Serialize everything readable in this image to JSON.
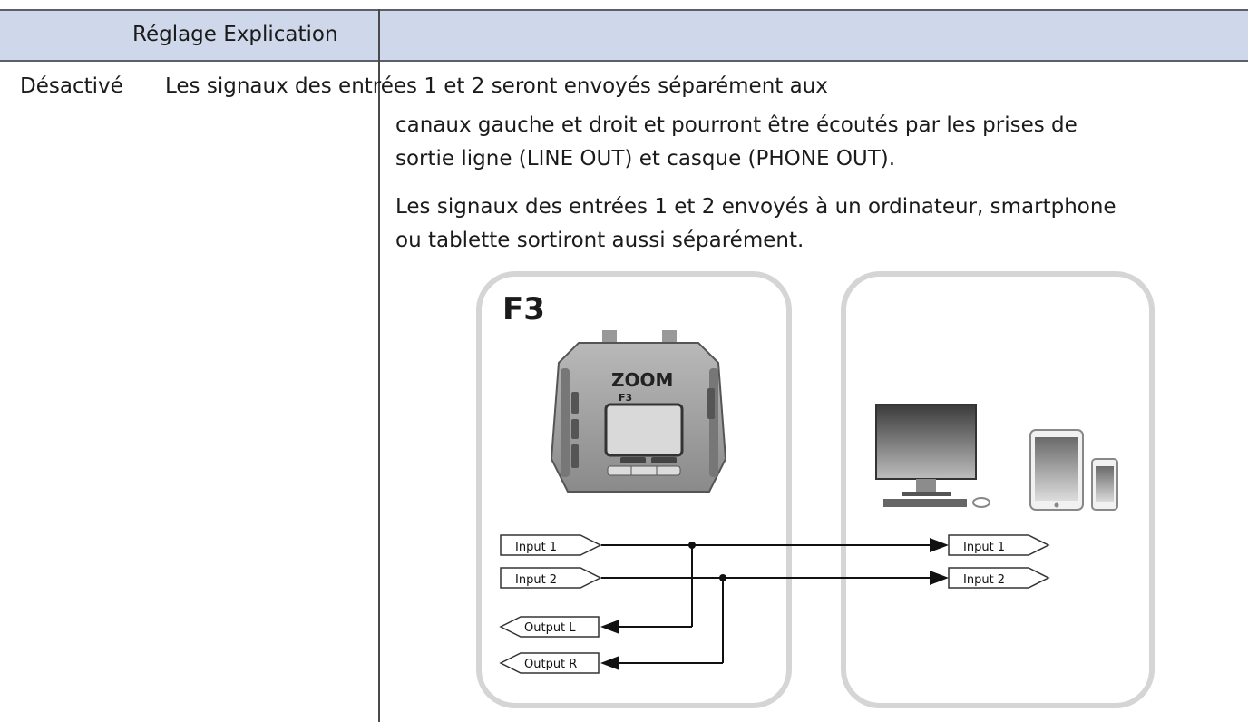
{
  "table": {
    "header": "Réglage Explication",
    "row": {
      "setting": "Désactivé",
      "first_line": "Les signaux des entrées 1 et 2 seront envoyés séparément aux",
      "para1_line1": "canaux gauche et droit et pourront être écoutés par les prises de",
      "para1_line2": "sortie ligne (LINE OUT) et casque (PHONE OUT).",
      "para2_line1": "Les signaux des entrées 1 et 2 envoyés à un ordinateur, smartphone",
      "para2_line2": "ou tablette sortiront aussi séparément."
    }
  },
  "diagram": {
    "device_title": "F3",
    "device_brand": "ZOOM",
    "device_model": "F3",
    "left_inputs": [
      "Input 1",
      "Input 2"
    ],
    "left_outputs": [
      "Output L",
      "Output R"
    ],
    "right_inputs": [
      "Input 1",
      "Input 2"
    ],
    "icons": [
      "computer-icon",
      "tablet-icon",
      "smartphone-icon",
      "keyboard-icon",
      "mouse-icon"
    ]
  }
}
